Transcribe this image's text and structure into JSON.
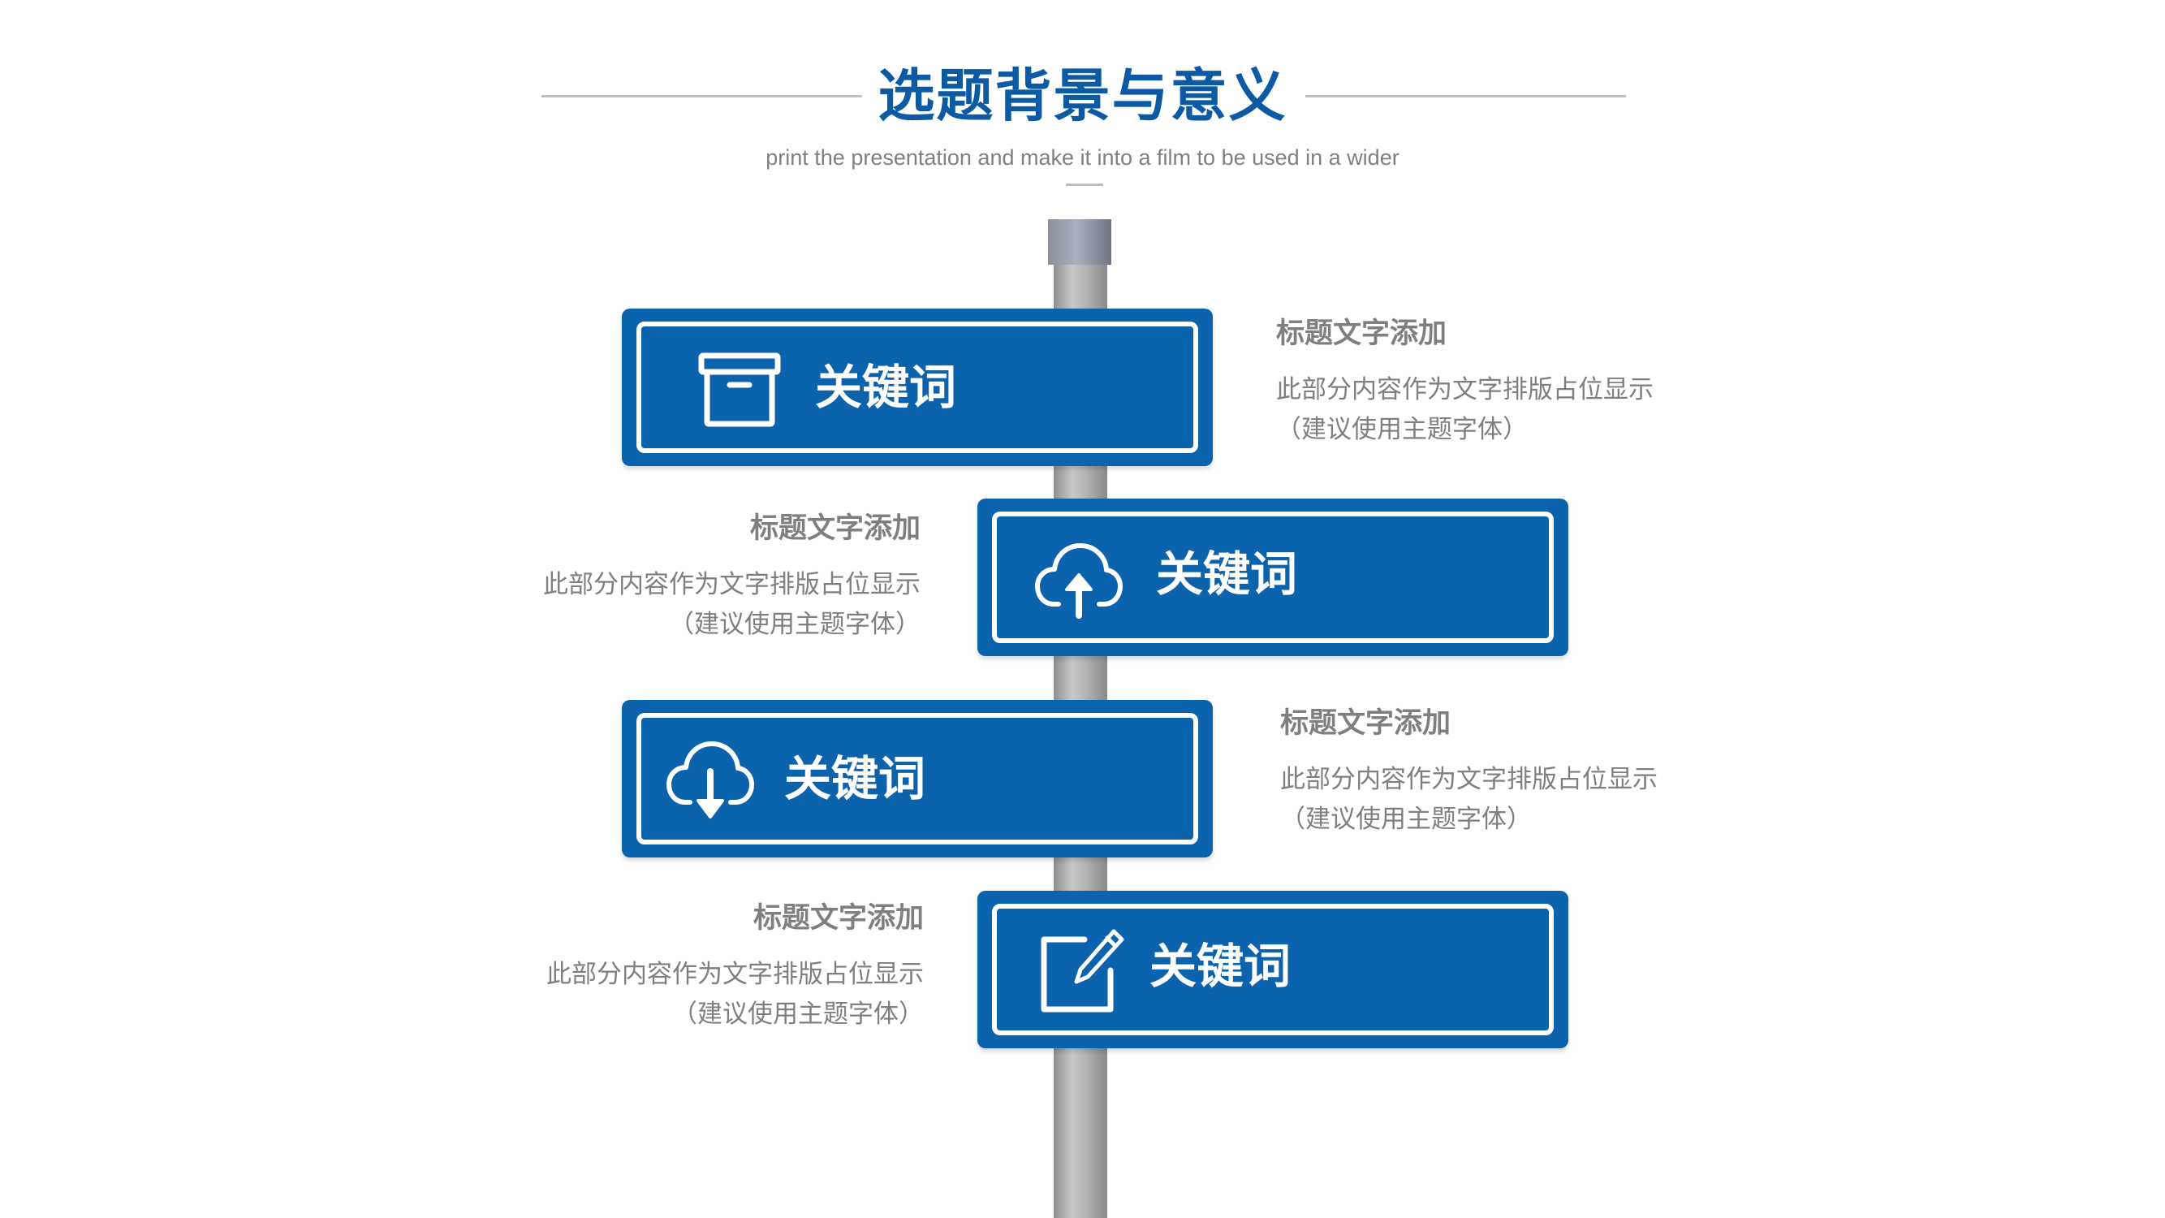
{
  "header": {
    "title": "选题背景与意义",
    "subtitle": "print the presentation and make it into a film to be used in a wider"
  },
  "colors": {
    "accent": "#0b62ad",
    "title": "#0b5aa3",
    "text_gray": "#7f7f7f"
  },
  "signs": [
    {
      "icon": "box-icon",
      "label": "关键词"
    },
    {
      "icon": "cloud-upload-icon",
      "label": "关键词"
    },
    {
      "icon": "cloud-download-icon",
      "label": "关键词"
    },
    {
      "icon": "edit-icon",
      "label": "关键词"
    }
  ],
  "descriptions": [
    {
      "title": "标题文字添加",
      "line1": "此部分内容作为文字排版占位显示",
      "line2": "（建议使用主题字体）"
    },
    {
      "title": "标题文字添加",
      "line1": "此部分内容作为文字排版占位显示",
      "line2": "（建议使用主题字体）"
    },
    {
      "title": "标题文字添加",
      "line1": "此部分内容作为文字排版占位显示",
      "line2": "（建议使用主题字体）"
    },
    {
      "title": "标题文字添加",
      "line1": "此部分内容作为文字排版占位显示",
      "line2": "（建议使用主题字体）"
    }
  ]
}
